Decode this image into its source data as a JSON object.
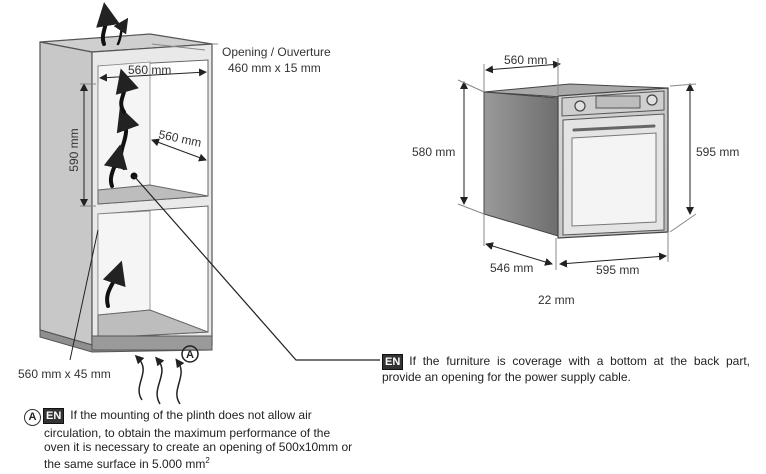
{
  "cabinet": {
    "opening_label": "Opening / Ouverture",
    "opening_size": "460 mm x 15 mm",
    "width_label": "560 mm",
    "depth_label": "560 mm",
    "height_label": "590 mm",
    "plinth_label": "560 mm x 45 mm",
    "marker_a": "A"
  },
  "oven": {
    "top_width_label": "560 mm",
    "left_height_label": "580 mm",
    "right_height_label": "595 mm",
    "depth_label": "546 mm",
    "front_width_label": "595 mm",
    "offset_label": "22 mm"
  },
  "notes": {
    "en_badge": "EN",
    "a_badge": "A",
    "power_note": "If the furniture is coverage with a bottom at the back part, provide an opening for the power supply cable.",
    "plinth_note_line1": "If the mounting of the plinth does not allow air",
    "plinth_note_line2": "circulation, to obtain the maximum performance of the",
    "plinth_note_line3": "oven it is necessary to create an opening of 500x10mm or",
    "plinth_note_line4": "the same surface in 5.000 mm",
    "plinth_note_sup": "2"
  }
}
